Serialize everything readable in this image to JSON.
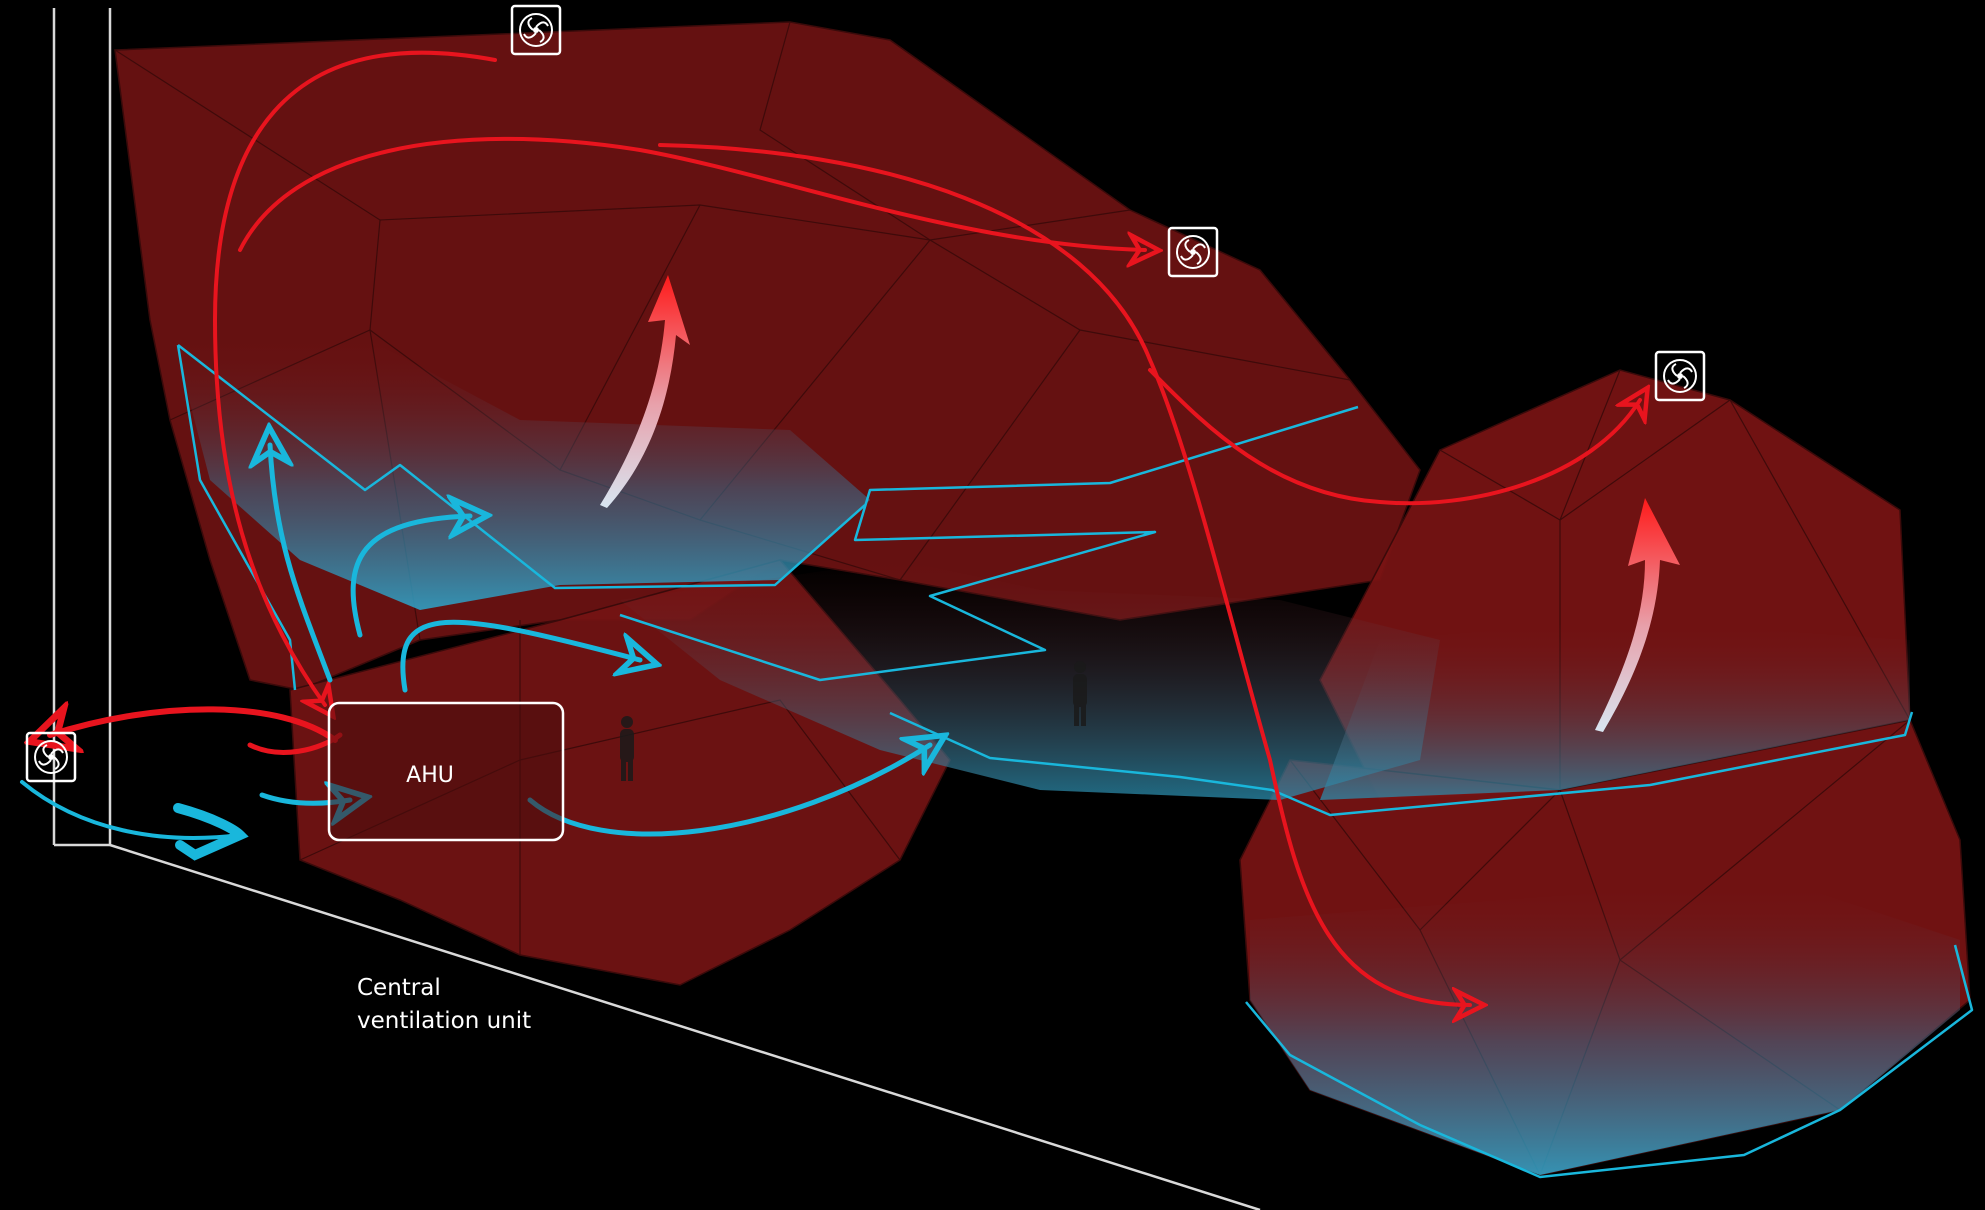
{
  "diagram": {
    "ahu_label": "AHU",
    "caption_lines": [
      "Central",
      "ventilation unit"
    ],
    "fan_icon": "fan-icon",
    "person_icon": "person-silhouette-icon"
  },
  "colors": {
    "background": "#000000",
    "volume_fill": "#8a1a1a",
    "exhaust_air": "#e8141e",
    "supply_air": "#19b7dc",
    "outline": "#ffffff"
  }
}
